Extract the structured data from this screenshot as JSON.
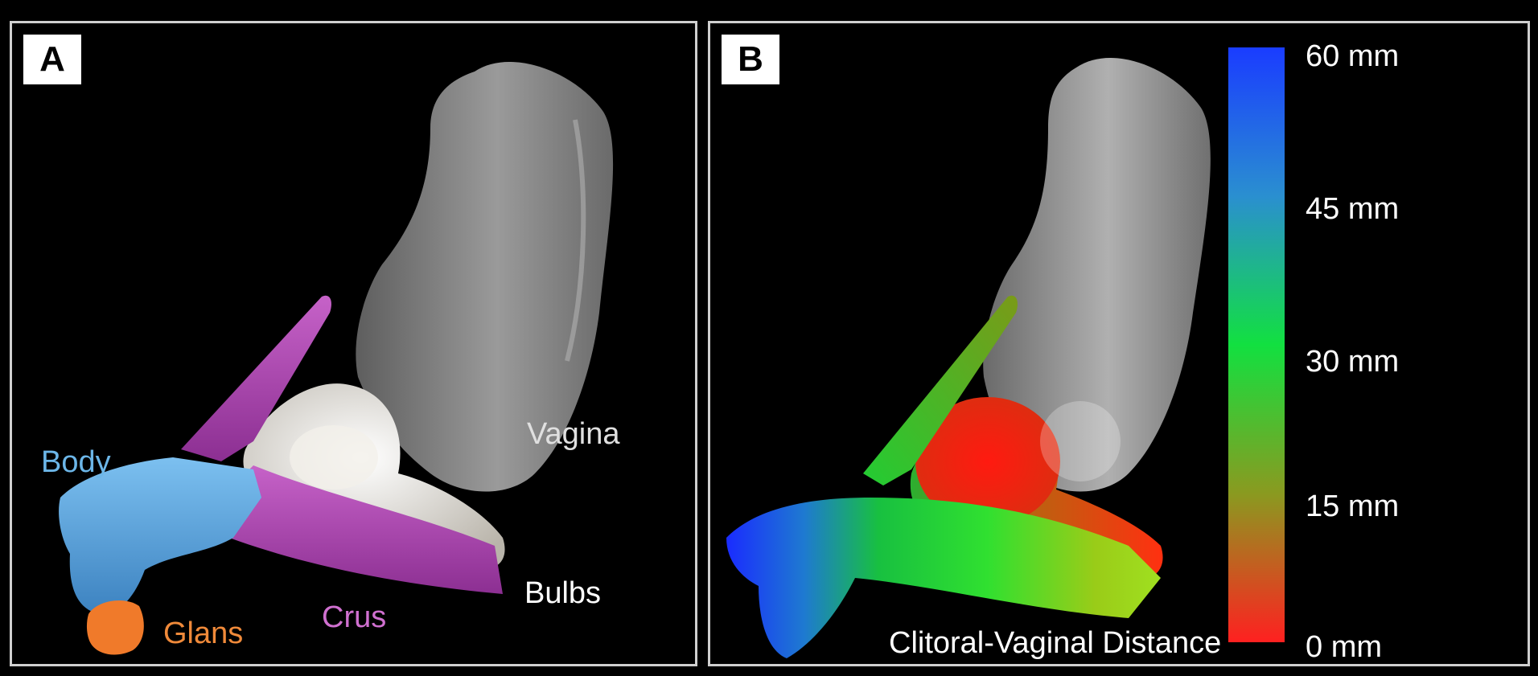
{
  "panels": [
    {
      "letter": "A",
      "labels": {
        "body": "Body",
        "glans": "Glans",
        "crus": "Crus",
        "bulbs": "Bulbs",
        "vagina": "Vagina"
      }
    },
    {
      "letter": "B",
      "caption": "Clitoral-Vaginal Distance",
      "colorbar": {
        "ticks": [
          "60 mm",
          "45 mm",
          "30 mm",
          "15 mm",
          "0 mm"
        ],
        "min_mm": 0,
        "max_mm": 60,
        "colors_top_to_bottom": [
          "#1a3cff",
          "#2a8fd0",
          "#12e040",
          "#8a9a20",
          "#ff2020"
        ]
      }
    }
  ],
  "colors": {
    "body": "#5aa7e0",
    "glans": "#f07a2a",
    "crus": "#b04bb5",
    "bulbs": "#e8e4dc",
    "vagina": "#8a8a8a",
    "label_body": "#6cb6e8",
    "label_glans": "#f08a3a",
    "label_crus": "#d070d0",
    "label_bulbs": "#ffffff",
    "label_vagina": "#e0e0e0"
  }
}
